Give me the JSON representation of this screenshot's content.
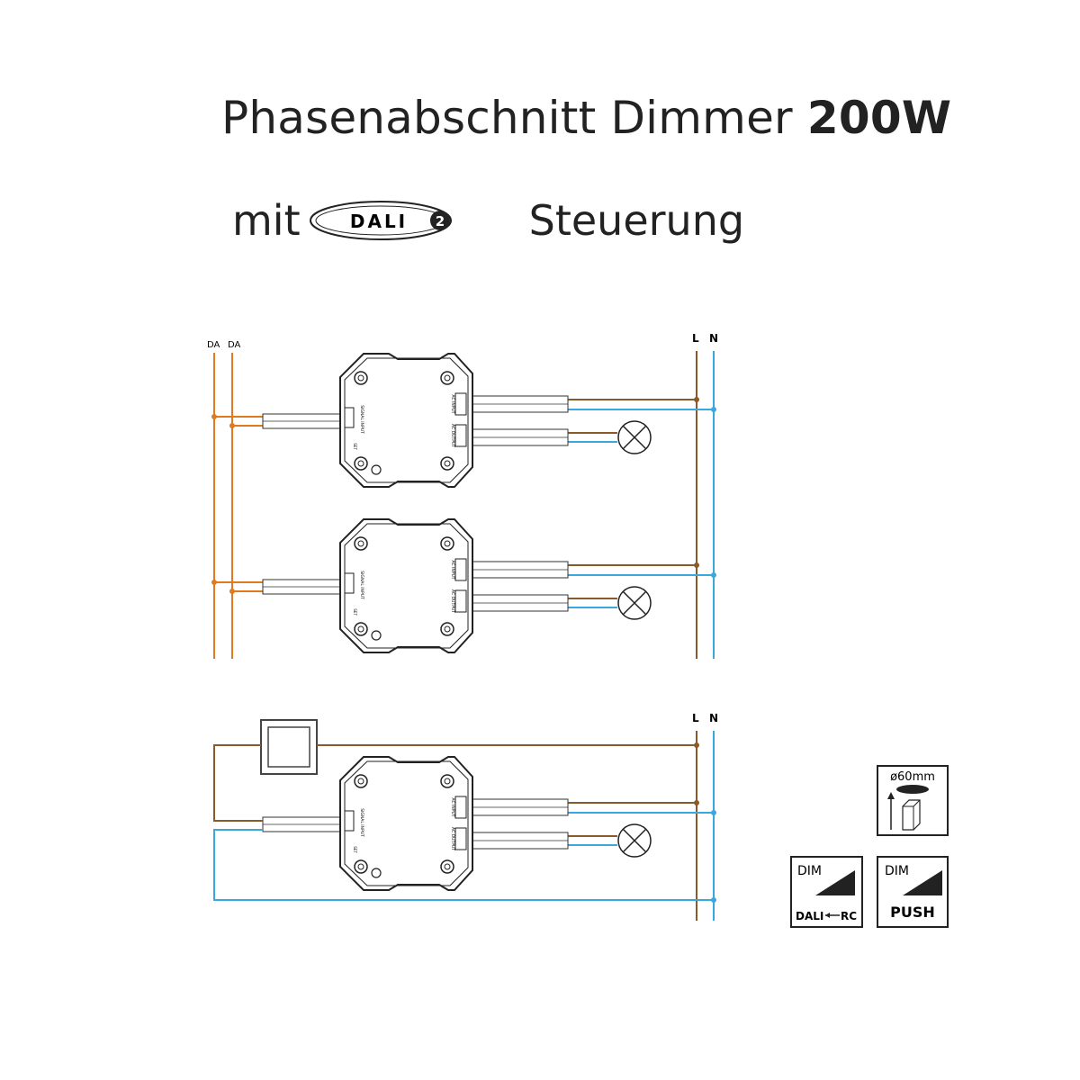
{
  "title": {
    "main": "Phasenabschnitt Dimmer ",
    "bold": "200W"
  },
  "subtitle": {
    "prefix": "mit",
    "suffix": "Steuerung"
  },
  "dali_logo": {
    "text": "DALI",
    "version": "2"
  },
  "bus_labels": {
    "da1": "DA",
    "da2": "DA",
    "l": "L",
    "n": "N"
  },
  "module_labels": {
    "signal_input": "SIGNAL INPUT",
    "ac_input": "AC INPUT",
    "ac_output": "AC OUTPUT",
    "set": "SET"
  },
  "icons": {
    "mounting": {
      "diameter": "ø60mm"
    },
    "dim_dali": {
      "top": "DIM",
      "bottom": "DALI",
      "rc": "RC"
    },
    "dim_push": {
      "top": "DIM",
      "bottom": "PUSH"
    }
  },
  "colors": {
    "da": "#e07a1f",
    "l": "#8b5a2b",
    "n": "#3aa7dd",
    "line": "#222222"
  }
}
